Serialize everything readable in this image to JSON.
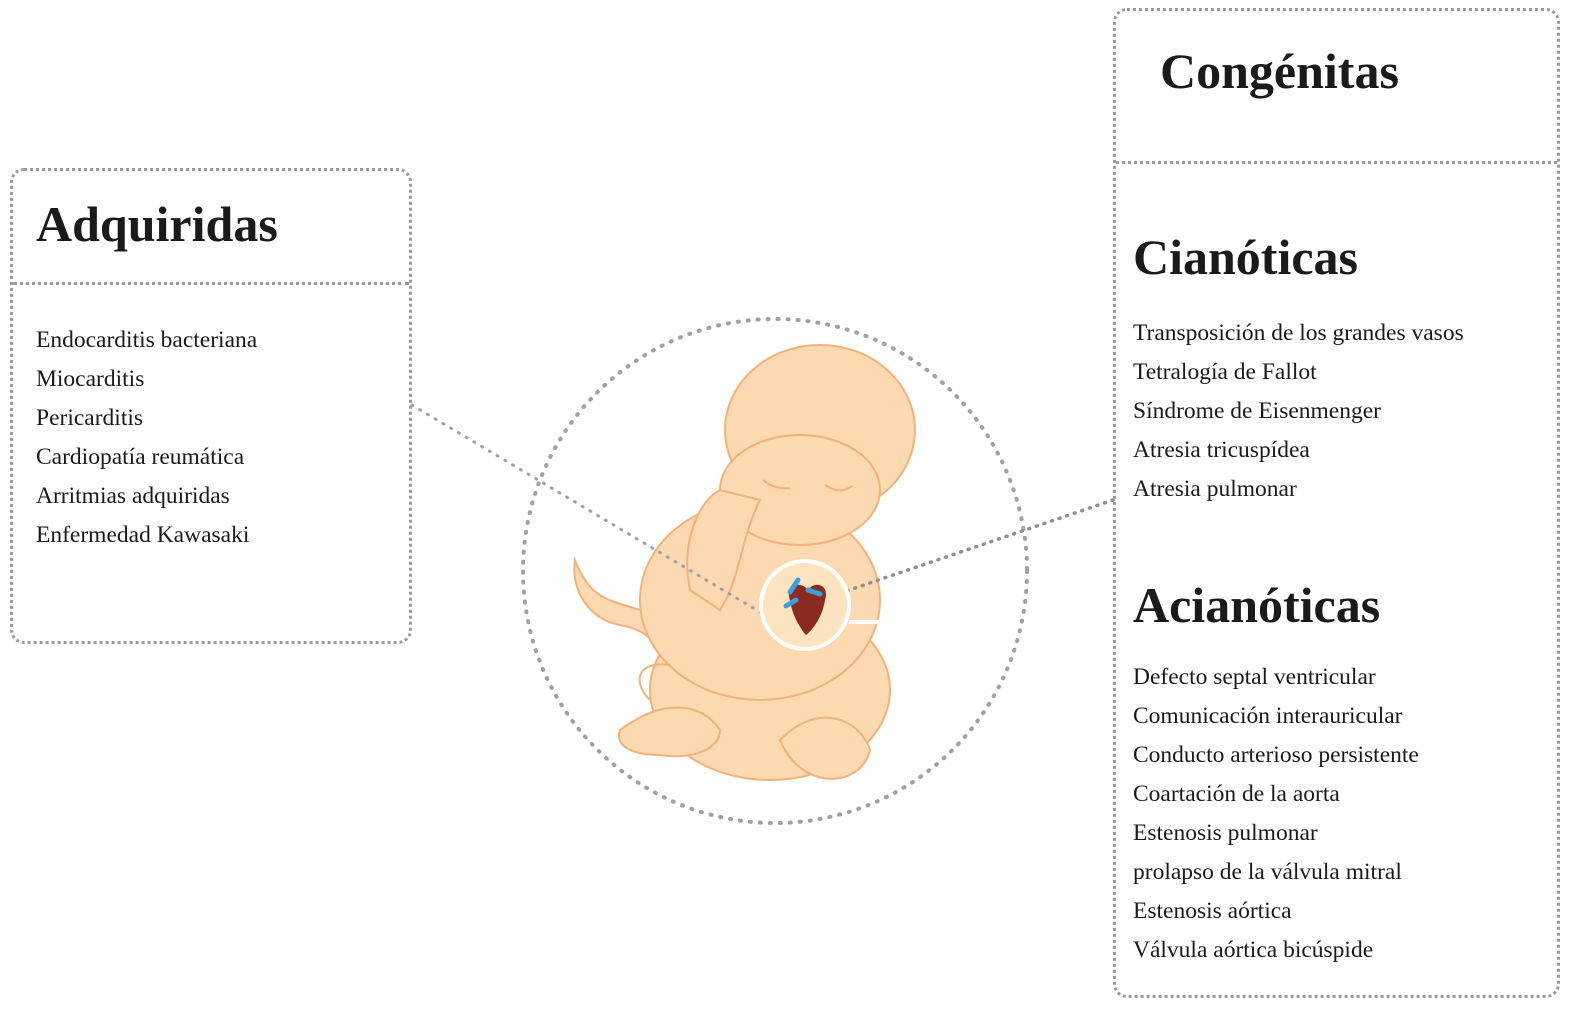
{
  "acquired": {
    "title": "Adquiridas",
    "items": [
      "Endocarditis bacteriana",
      "Miocarditis",
      "Pericarditis",
      "Cardiopatía reumática",
      "Arritmias adquiridas",
      "Enfermedad Kawasaki"
    ]
  },
  "congenital": {
    "title": "Congénitas",
    "cyanotic": {
      "title": "Cianóticas",
      "items": [
        "Transposición de los grandes vasos",
        "Tetralogía de Fallot",
        "Síndrome de Eisenmenger",
        "Atresia tricuspídea",
        "Atresia pulmonar"
      ]
    },
    "acyanotic": {
      "title": "Acianóticas",
      "items": [
        "Defecto septal ventricular",
        "Comunicación interauricular",
        "Conducto arterioso persistente",
        "Coartación de la aorta",
        "Estenosis pulmonar",
        "prolapso de la válvula mitral",
        "Estenosis aórtica",
        "Válvula aórtica bicúspide"
      ]
    }
  },
  "colors": {
    "skin": "#fcd9b0",
    "skin_line": "#f0b27a",
    "dots": "#9a9a9a",
    "heart": "#8b2a1e",
    "vessels": "#3aa0e0"
  }
}
